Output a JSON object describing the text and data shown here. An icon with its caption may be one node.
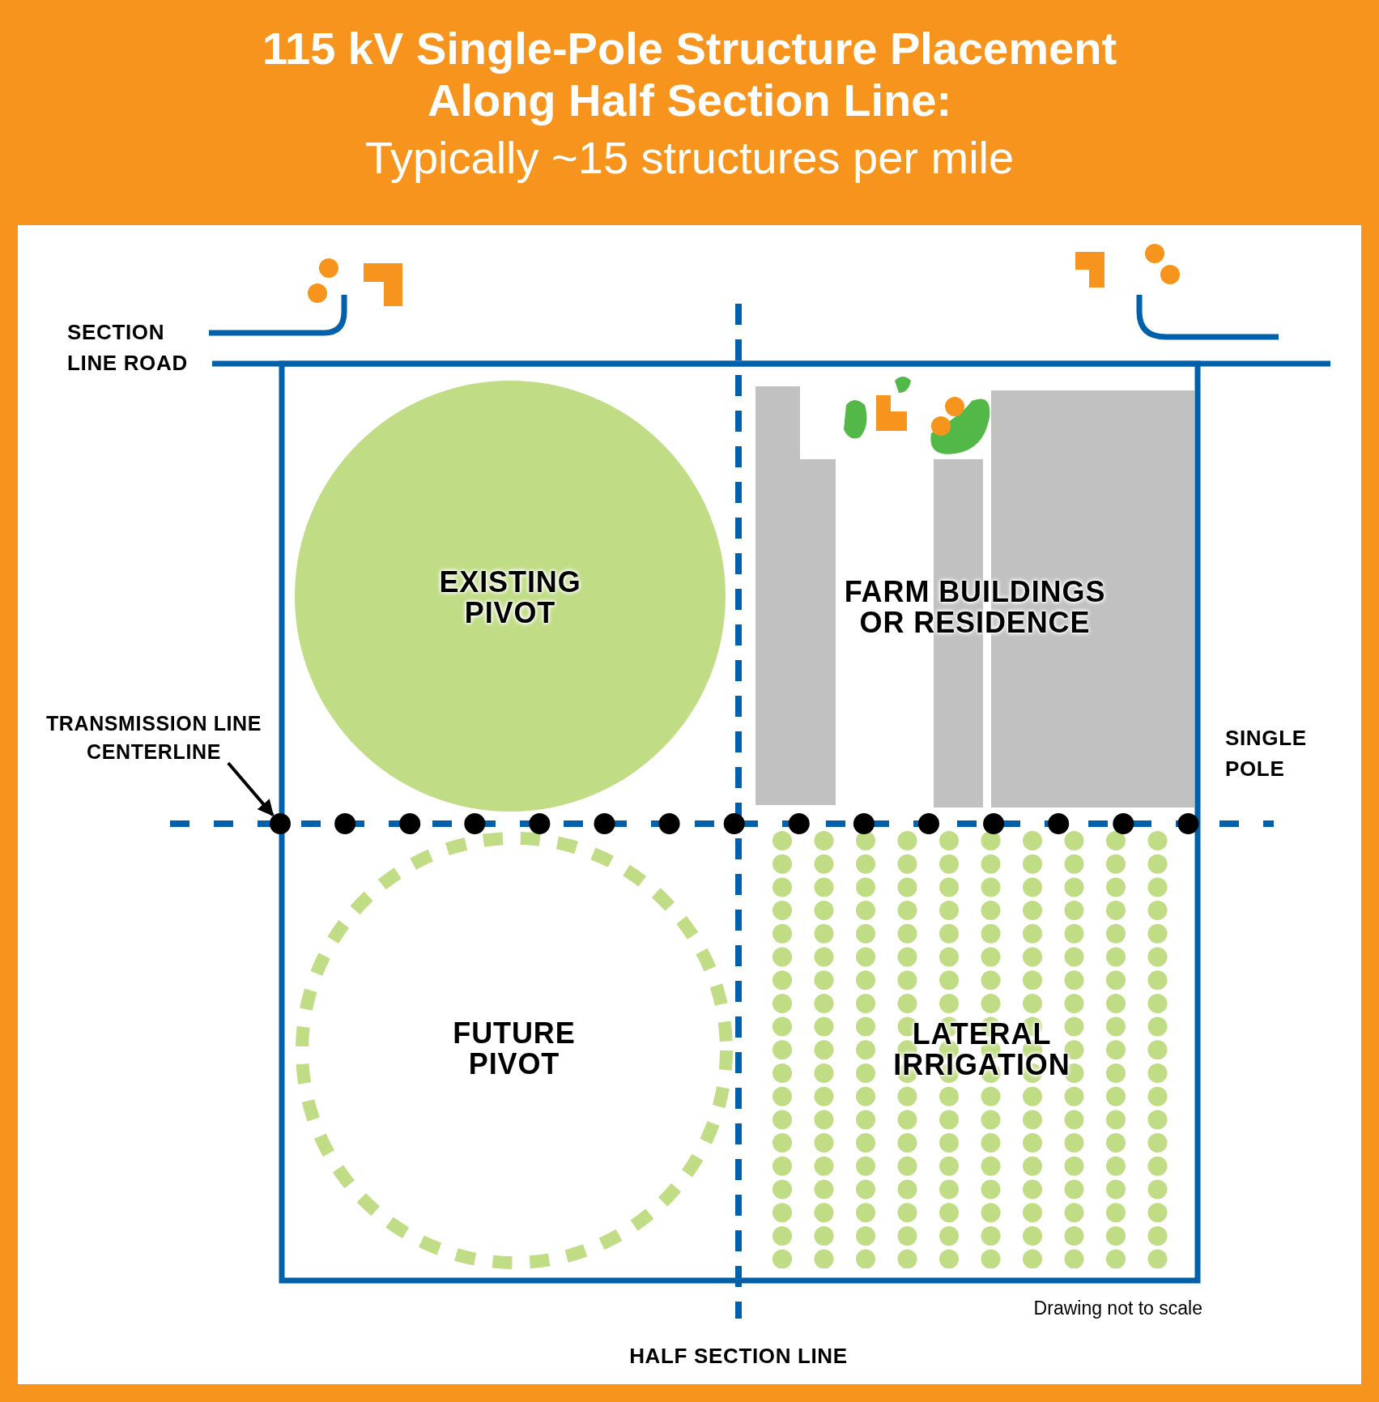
{
  "diagram": {
    "title": "115 kV Single-Pole Structure Placement Along Half Section Line:",
    "caption": "Typically ~15 structures per mile",
    "nodes": [
      {
        "text": [
          "EXISTING PIVOT"
        ]
      },
      {
        "text": [
          "FARM BUILDINGS OR RESIDENCE"
        ]
      },
      {
        "text": [
          "FUTURE PIVOT"
        ]
      },
      {
        "text": [
          "LATERAL IRRIGATION"
        ]
      },
      {
        "text": [
          "TRANSMISSION LINE CENTERLINE"
        ]
      },
      {
        "text": [],
        "shape": "circle"
      }
    ],
    "edges": [
      {
        "from": 4,
        "to": 5,
        "arrow": "to"
      }
    ],
    "labels": [
      "SECTION LINE ROAD",
      "SINGLE POLE",
      "Drawing not to scale",
      "HALF SECTION LINE"
    ]
  }
}
